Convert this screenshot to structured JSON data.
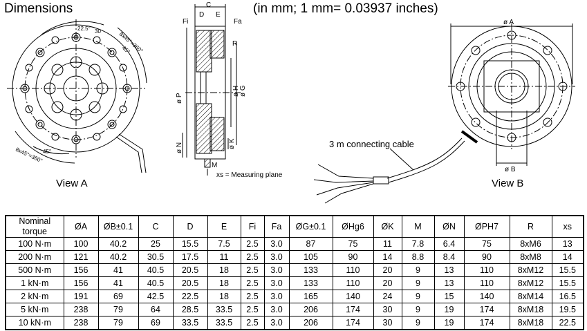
{
  "header": {
    "title": "Dimensions",
    "units": "(in mm; 1 mm= 0.03937 inches)"
  },
  "drawing": {
    "view_a_label": "View A",
    "view_b_label": "View B",
    "cable_label": "3 m connecting cable",
    "xs_label": "xs = Measuring plane",
    "side_labels": {
      "c": "C",
      "d": "D",
      "e": "E",
      "fi": "Fi",
      "fa": "Fa",
      "r": "R",
      "p": "ø P",
      "h": "ø H",
      "g": "ø G",
      "n": "ø N",
      "k": "ø K",
      "m": "M"
    },
    "view_a_angles": {
      "a1": "22.5°",
      "a2": "30",
      "a3": "8x45°=360°",
      "a4": "45°",
      "a5": "45°",
      "a6": "8x45°=360°"
    },
    "view_b_labels": {
      "a": "ø A",
      "b": "ø B"
    }
  },
  "table": {
    "headers": [
      "Nominal torque",
      "ØA",
      "ØB±0.1",
      "C",
      "D",
      "E",
      "Fi",
      "Fa",
      "ØG±0.1",
      "ØHg6",
      "ØK",
      "M",
      "ØN",
      "ØPH7",
      "R",
      "xs"
    ],
    "rows": [
      [
        "100 N·m",
        "100",
        "40.2",
        "25",
        "15.5",
        "7.5",
        "2.5",
        "3.0",
        "87",
        "75",
        "11",
        "7.8",
        "6.4",
        "75",
        "8xM6",
        "13"
      ],
      [
        "200 N·m",
        "121",
        "40.2",
        "30.5",
        "17.5",
        "11",
        "2.5",
        "3.0",
        "105",
        "90",
        "14",
        "8.8",
        "8.4",
        "90",
        "8xM8",
        "14"
      ],
      [
        "500 N·m",
        "156",
        "41",
        "40.5",
        "20.5",
        "18",
        "2.5",
        "3.0",
        "133",
        "110",
        "20",
        "9",
        "13",
        "110",
        "8xM12",
        "15.5"
      ],
      [
        "1 kN·m",
        "156",
        "41",
        "40.5",
        "20.5",
        "18",
        "2.5",
        "3.0",
        "133",
        "110",
        "20",
        "9",
        "13",
        "110",
        "8xM12",
        "15.5"
      ],
      [
        "2 kN·m",
        "191",
        "69",
        "42.5",
        "22.5",
        "18",
        "2.5",
        "3.0",
        "165",
        "140",
        "24",
        "9",
        "15",
        "140",
        "8xM14",
        "16.5"
      ],
      [
        "5 kN·m",
        "238",
        "79",
        "64",
        "28.5",
        "33.5",
        "2.5",
        "3.0",
        "206",
        "174",
        "30",
        "9",
        "19",
        "174",
        "8xM18",
        "19.5"
      ],
      [
        "10 kN·m",
        "238",
        "79",
        "69",
        "33.5",
        "33.5",
        "2.5",
        "3.0",
        "206",
        "174",
        "30",
        "9",
        "19",
        "174",
        "8xM18",
        "22.5"
      ]
    ]
  }
}
